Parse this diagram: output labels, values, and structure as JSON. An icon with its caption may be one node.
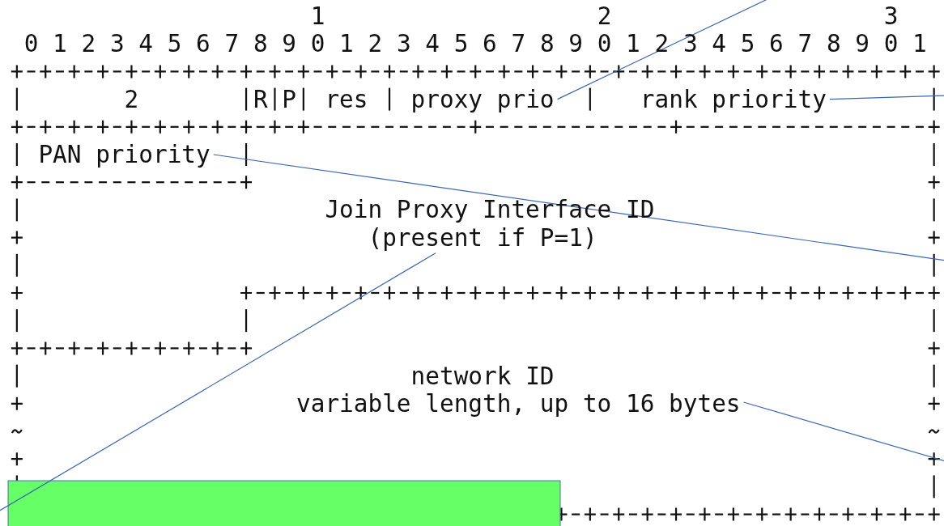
{
  "diagram": {
    "nodes": [
      {
        "text": [
          "2"
        ]
      },
      {
        "text": [
          "R"
        ]
      },
      {
        "text": [
          "P"
        ]
      },
      {
        "text": [
          "res"
        ]
      },
      {
        "text": [
          "proxy prio"
        ]
      },
      {
        "text": [
          "rank priority"
        ]
      },
      {
        "text": [
          "PAN priority"
        ]
      },
      {
        "text": [
          "Join Proxy Interface ID",
          "(present if P=1)"
        ]
      },
      {
        "text": [
          "network ID",
          "variable length, up to 16 bytes"
        ]
      }
    ],
    "edges": [
      {
        "from": 4,
        "to": null,
        "arrow": "none"
      },
      {
        "from": 5,
        "to": null,
        "arrow": "none"
      },
      {
        "from": 6,
        "to": null,
        "arrow": "none"
      },
      {
        "from": 7,
        "to": null,
        "arrow": "none"
      },
      {
        "from": 8,
        "to": null,
        "arrow": "none"
      }
    ],
    "labels": [
      "1",
      "2",
      "3",
      "0",
      "1",
      "2",
      "3",
      "4",
      "5",
      "6",
      "7",
      "8",
      "9",
      "0",
      "1",
      "2",
      "3",
      "4",
      "5",
      "6",
      "7",
      "8",
      "9",
      "0",
      "1",
      "2",
      "3",
      "4",
      "5",
      "6",
      "7",
      "8",
      "9",
      "0",
      "1"
    ]
  }
}
